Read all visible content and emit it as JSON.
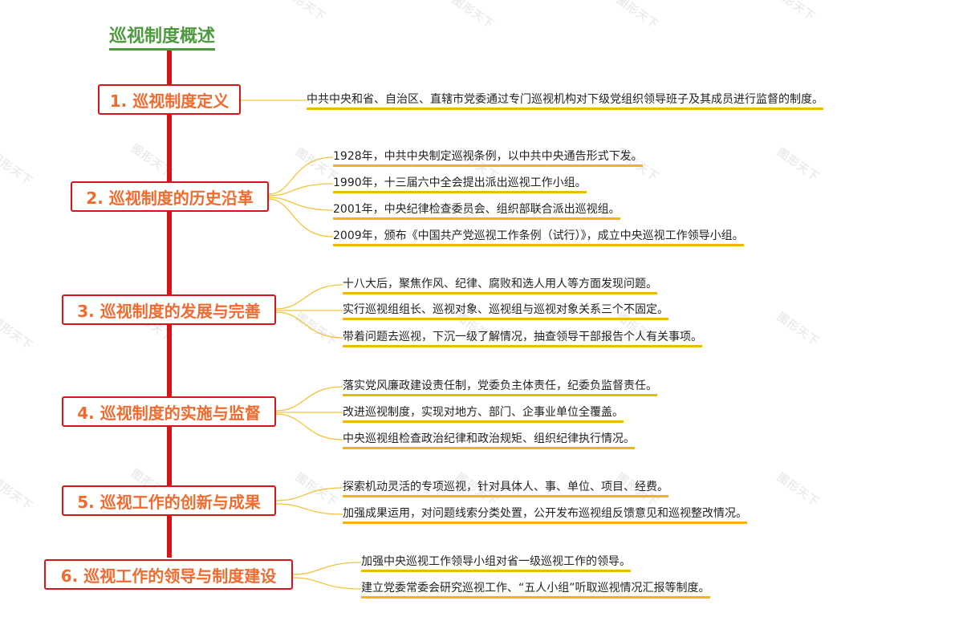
{
  "root": {
    "title": "巡视制度概述"
  },
  "colors": {
    "root_text": "#4e9a3f",
    "trunk": "#d7141a",
    "topic_border": "#d7141a",
    "topic_text": "#ef6b2f",
    "branch_line": "#f2c33a",
    "leaf_underline": "#f2b705"
  },
  "watermark": "图形天下",
  "topics": [
    {
      "label": "1. 巡视制度定义",
      "children": [
        "中共中央和省、自治区、直辖市党委通过专门巡视机构对下级党组织领导班子及其成员进行监督的制度。"
      ]
    },
    {
      "label": "2. 巡视制度的历史沿革",
      "children": [
        "1928年，中共中央制定巡视条例，以中共中央通告形式下发。",
        "1990年，十三届六中全会提出派出巡视工作小组。",
        "2001年，中央纪律检查委员会、组织部联合派出巡视组。",
        "2009年，颁布《中国共产党巡视工作条例（试行）》，成立中央巡视工作领导小组。"
      ]
    },
    {
      "label": "3. 巡视制度的发展与完善",
      "children": [
        "十八大后，聚焦作风、纪律、腐败和选人用人等方面发现问题。",
        "实行巡视组组长、巡视对象、巡视组与巡视对象关系三个不固定。",
        "带着问题去巡视，下沉一级了解情况，抽查领导干部报告个人有关事项。"
      ]
    },
    {
      "label": "4. 巡视制度的实施与监督",
      "children": [
        "落实党风廉政建设责任制，党委负主体责任，纪委负监督责任。",
        "改进巡视制度，实现对地方、部门、企事业单位全覆盖。",
        "中央巡视组检查政治纪律和政治规矩、组织纪律执行情况。"
      ]
    },
    {
      "label": "5. 巡视工作的创新与成果",
      "children": [
        "探索机动灵活的专项巡视，针对具体人、事、单位、项目、经费。",
        "加强成果运用，对问题线索分类处置，公开发布巡视组反馈意见和巡视整改情况。"
      ]
    },
    {
      "label": "6. 巡视工作的领导与制度建设",
      "children": [
        "加强中央巡视工作领导小组对省一级巡视工作的领导。",
        "建立党委常委会研究巡视工作、“五人小组”听取巡视情况汇报等制度。"
      ]
    }
  ]
}
